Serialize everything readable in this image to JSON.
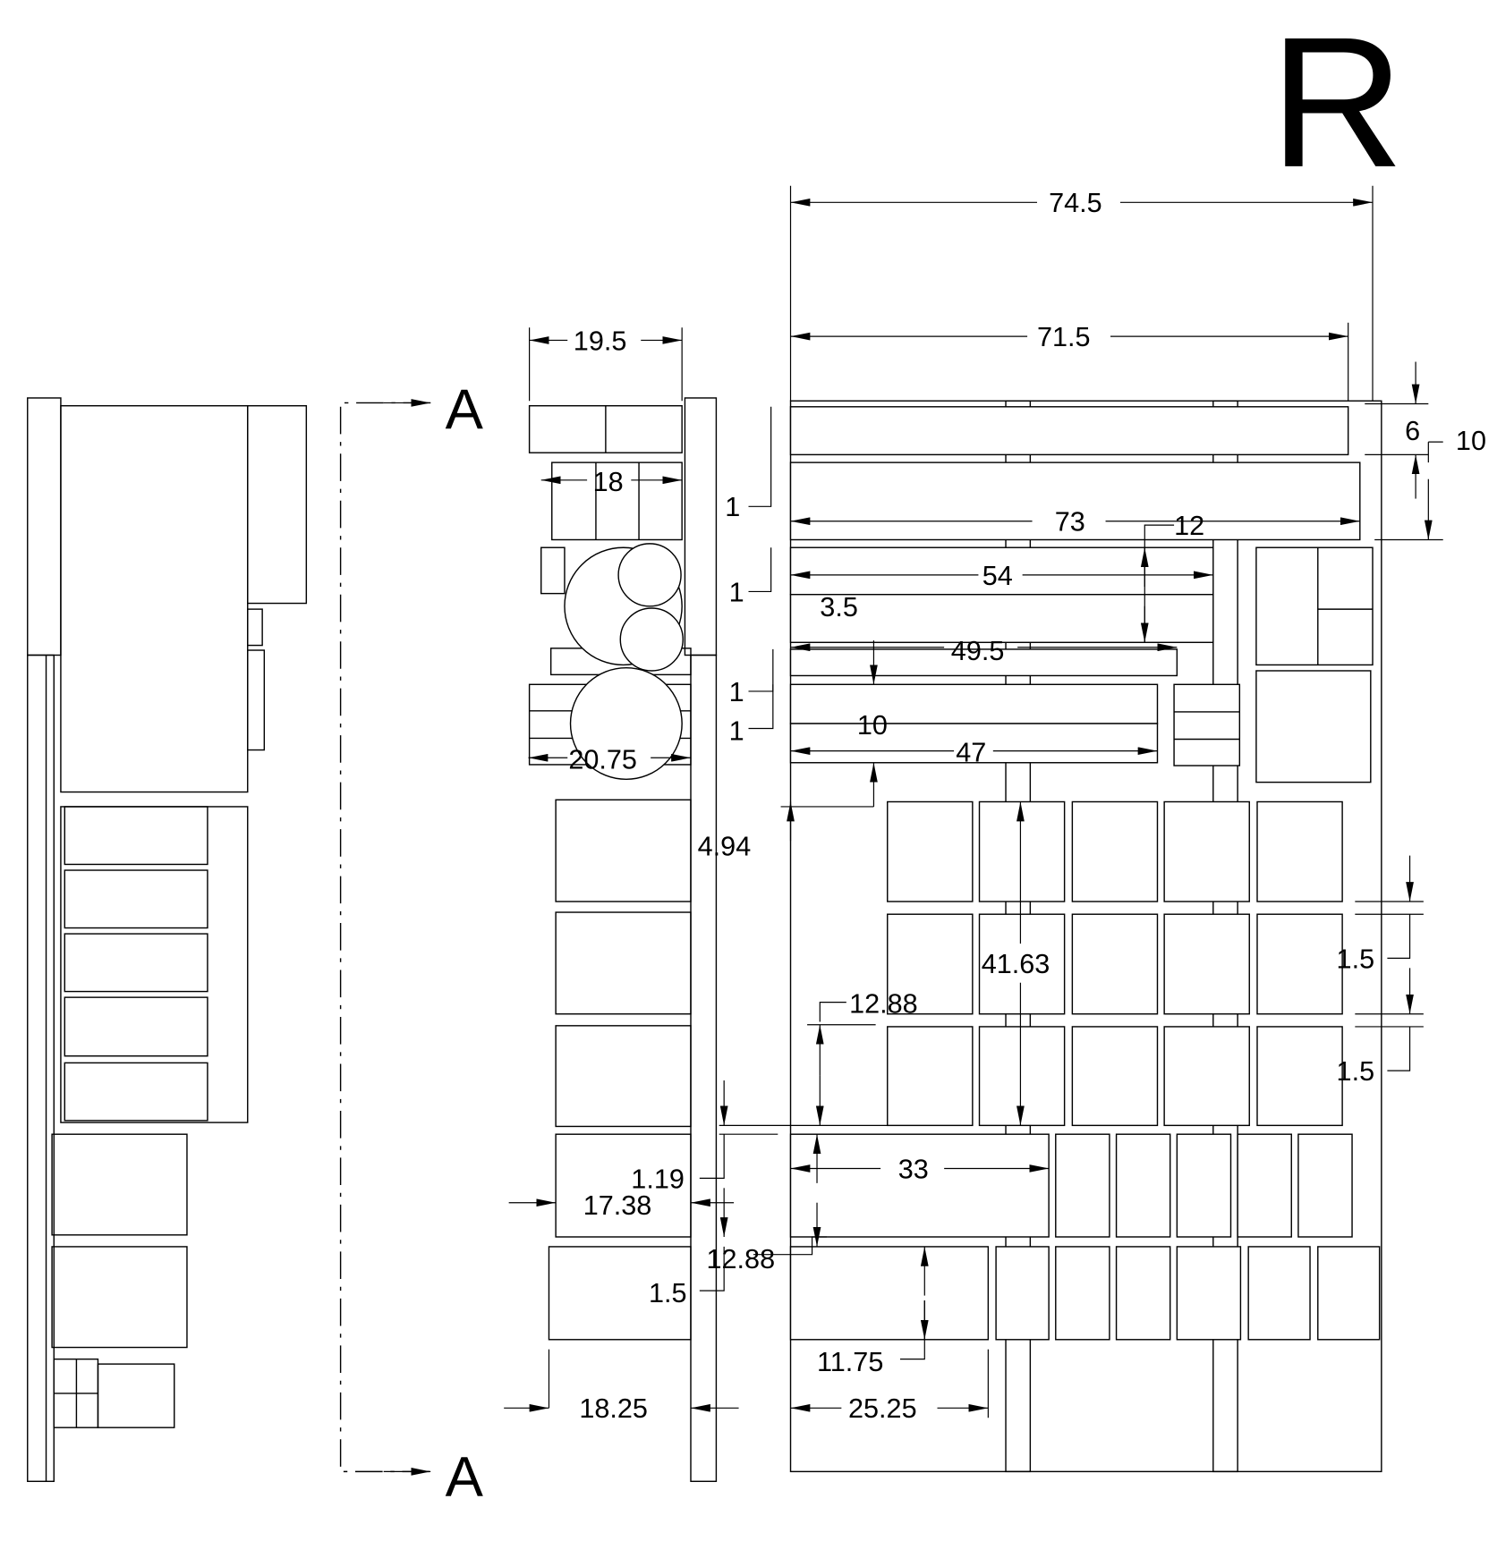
{
  "title_letter": "R",
  "section_labels": {
    "top": "A",
    "bottom": "A"
  },
  "dimensions": {
    "overall_width": "74.5",
    "board_width": "71.5",
    "side_top_width": "19.5",
    "side_second_width": "18",
    "top_bar_height": "6",
    "top_group_height": "10",
    "gap_1a": "1",
    "bar_73": "73",
    "dim_12": "12",
    "gap_1b": "1",
    "bar_54": "54",
    "dim_3_5": "3.5",
    "bar_49_5": "49.5",
    "gap_1c": "1",
    "gap_1d": "1",
    "dim_10": "10",
    "bar_47": "47",
    "side_circle_width": "20.75",
    "offset_4_94": "4.94",
    "grid_height": "41.63",
    "gap_1_5a": "1.5",
    "gap_1_5b": "1.5",
    "row_12_88a": "12.88",
    "gap_1_19": "1.19",
    "side_17_38": "17.38",
    "row_12_88b": "12.88",
    "gap_1_5c": "1.5",
    "bar_33": "33",
    "dim_11_75": "11.75",
    "side_18_25": "18.25",
    "bar_25_25": "25.25"
  }
}
